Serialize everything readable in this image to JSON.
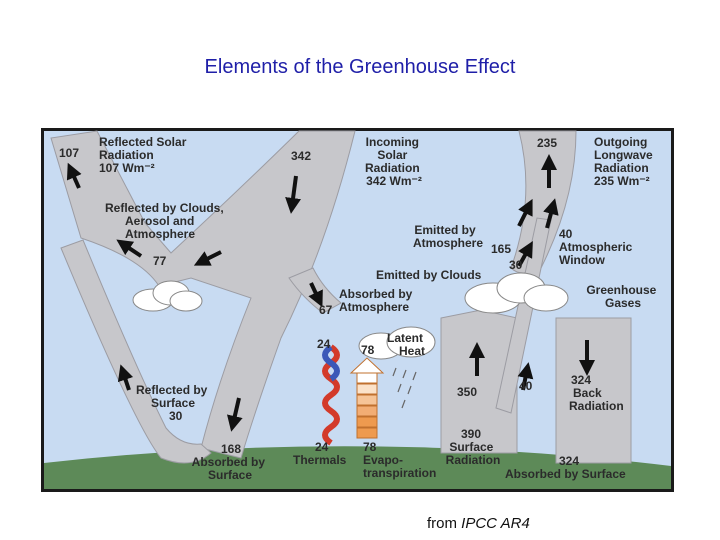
{
  "title": "Elements of the Greenhouse Effect",
  "source": {
    "prefix": "from ",
    "ref": "IPCC AR4"
  },
  "colors": {
    "sky": "#c8dbf2",
    "ground": "#5d8a58",
    "arrow_band": "#c7c7cb",
    "title": "#1f1fa8",
    "thermals_red": "#d33a2a",
    "thermals_blue": "#3b58b8",
    "latent_orange": "#ee9a4f"
  },
  "labels": {
    "reflected_solar": [
      "Reflected Solar",
      "Radiation",
      "107 Wm⁻²"
    ],
    "incoming_solar": [
      "Incoming",
      "Solar",
      "Radiation",
      "342 Wm⁻²"
    ],
    "outgoing_longwave": [
      "Outgoing",
      "Longwave",
      "Radiation",
      "235 Wm⁻²"
    ],
    "reflected_clouds": [
      "Reflected by Clouds,",
      "Aerosol and",
      "Atmosphere"
    ],
    "emitted_atmosphere": [
      "Emitted by",
      "Atmosphere"
    ],
    "atmospheric_window": [
      "Atmospheric",
      "Window"
    ],
    "emitted_clouds": "Emitted by Clouds",
    "greenhouse_gases": [
      "Greenhouse",
      "Gases"
    ],
    "absorbed_atmosphere": [
      "Absorbed by",
      "Atmosphere"
    ],
    "latent_heat": [
      "Latent",
      "Heat"
    ],
    "reflected_surface": [
      "Reflected by",
      "Surface"
    ],
    "absorbed_surface_left": [
      "Absorbed by",
      "Surface"
    ],
    "thermals": "Thermals",
    "evapotranspiration": [
      "Evapo-",
      "transpiration"
    ],
    "surface_radiation": [
      "Surface",
      "Radiation"
    ],
    "back_radiation": [
      "Back",
      "Radiation"
    ],
    "absorbed_surface_right": "Absorbed by Surface"
  },
  "values": {
    "reflected_solar": "107",
    "incoming_solar": "342",
    "outgoing_longwave": "235",
    "reflected_clouds": "77",
    "emitted_atmosphere": "165",
    "atmospheric_window": "40",
    "emitted_clouds": "30",
    "absorbed_atmosphere": "67",
    "thermals_up": "24",
    "latent_heat": "78",
    "reflected_surface": "30",
    "surface_radiation_up": "350",
    "window_lower": "40",
    "back_radiation": "324",
    "absorbed_surface_left": "168",
    "thermals": "24",
    "evapotranspiration": "78",
    "surface_radiation": "390",
    "absorbed_surface_right": "324"
  }
}
